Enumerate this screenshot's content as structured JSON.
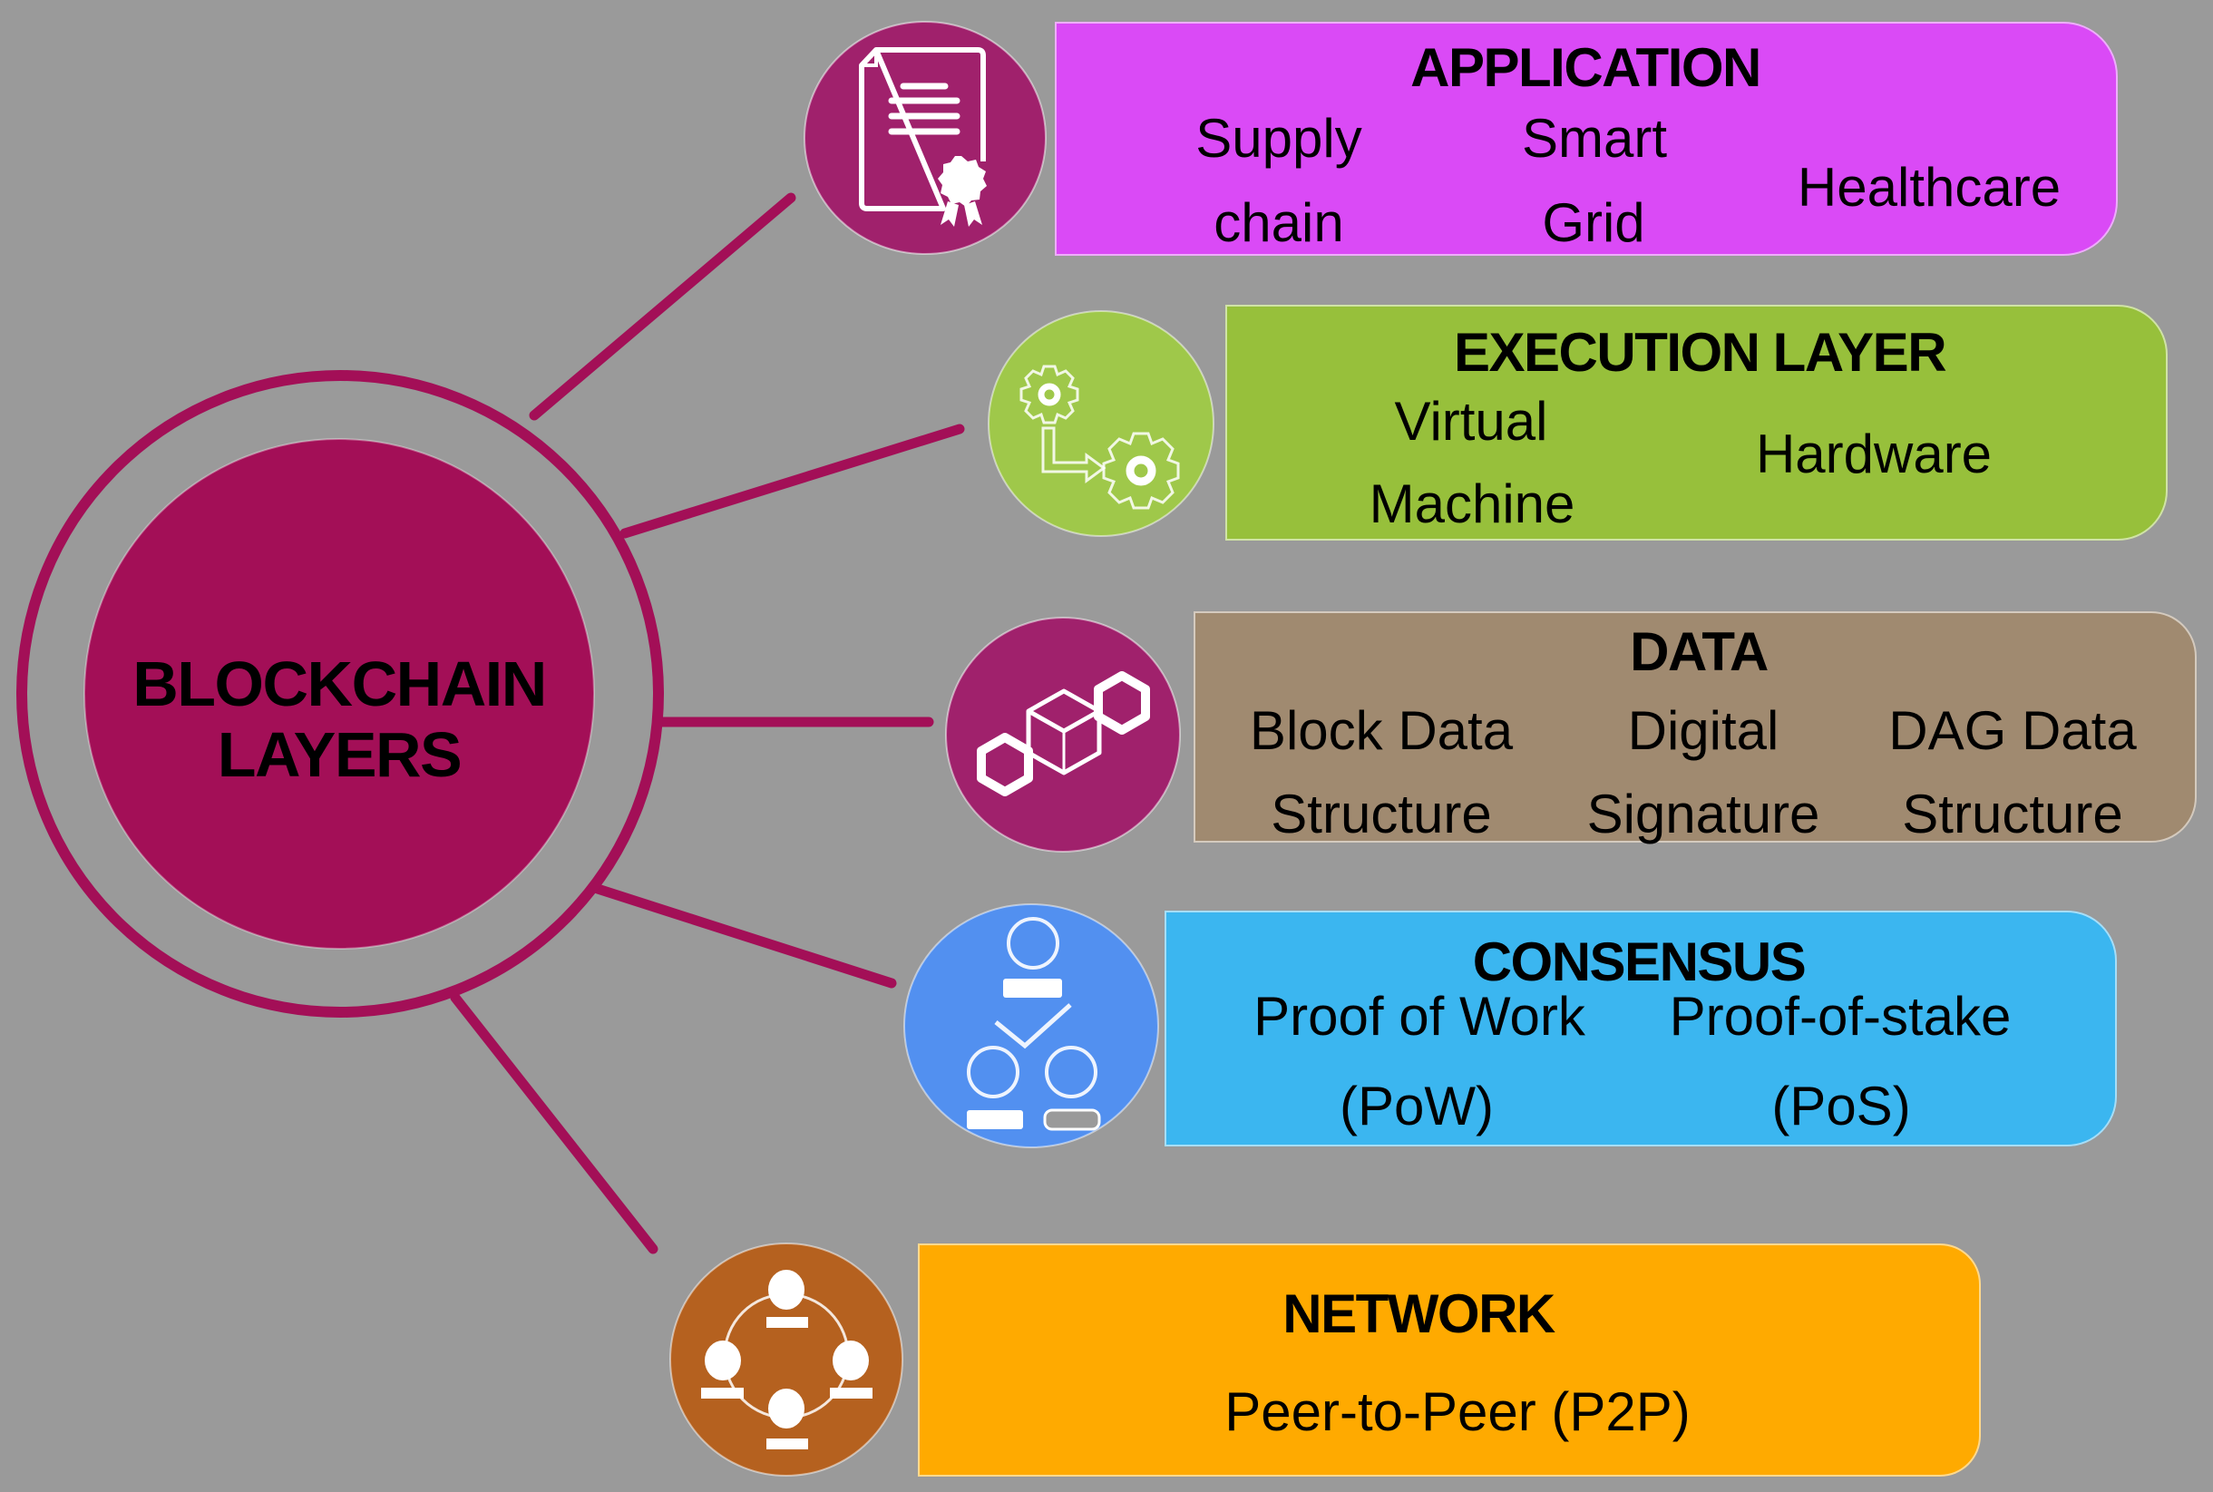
{
  "title": {
    "line1": "BLOCKCHAIN",
    "line2": "LAYERS"
  },
  "colors": {
    "background": "#9A9A9A",
    "hub": "#A30F57",
    "connector": "#A30F57"
  },
  "layers": [
    {
      "id": "application",
      "title": "APPLICATION",
      "icon": "certificate-icon",
      "box_color": "#DA4AF6",
      "icon_color": "#A0216C",
      "items": [
        {
          "lines": [
            "Supply",
            "chain"
          ]
        },
        {
          "lines": [
            "Smart",
            "Grid"
          ]
        },
        {
          "lines": [
            "Healthcare"
          ]
        }
      ]
    },
    {
      "id": "execution",
      "title": "EXECUTION LAYER",
      "icon": "gears-workflow-icon",
      "box_color": "#97C03B",
      "icon_color": "#9FC84A",
      "items": [
        {
          "lines": [
            "Virtual",
            "Machine"
          ]
        },
        {
          "lines": [
            "Hardware"
          ]
        }
      ]
    },
    {
      "id": "data",
      "title": "DATA",
      "icon": "blocks-chain-icon",
      "box_color": "#A08A70",
      "icon_color": "#A0216C",
      "items": [
        {
          "lines": [
            "Block Data",
            "Structure"
          ]
        },
        {
          "lines": [
            "Digital",
            "Signature"
          ]
        },
        {
          "lines": [
            "DAG Data",
            "Structure"
          ]
        }
      ]
    },
    {
      "id": "consensus",
      "title": "CONSENSUS",
      "icon": "consensus-users-icon",
      "box_color": "#3BB6F0",
      "icon_color": "#5290F0",
      "items": [
        {
          "lines": [
            "Proof of Work",
            "(PoW)"
          ]
        },
        {
          "lines": [
            "Proof-of-stake",
            "(PoS)"
          ]
        }
      ]
    },
    {
      "id": "network",
      "title": "NETWORK",
      "icon": "peer-network-icon",
      "box_color": "#FFAA00",
      "icon_color": "#B5611F",
      "items": [
        {
          "lines": [
            "Peer-to-Peer (P2P)"
          ]
        }
      ]
    }
  ]
}
